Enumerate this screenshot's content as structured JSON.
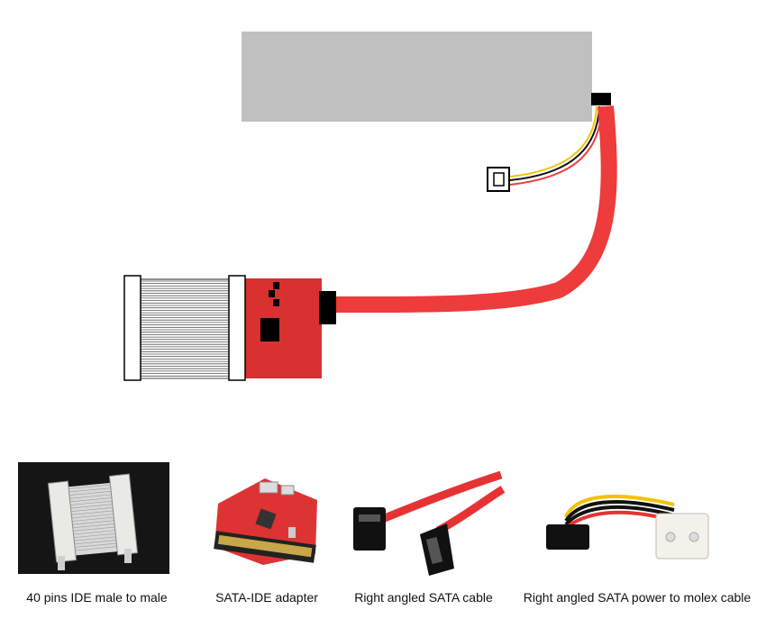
{
  "colors": {
    "sata_red": "#ee3b3b",
    "adapter_red": "#d93030",
    "drive_gray": "#c0c0c0",
    "power_yellow": "#f2c200",
    "power_orange": "#f08a00",
    "connector_black": "#000000"
  },
  "captions": {
    "ide_cable": "40 pins IDE male to male",
    "adapter": "SATA-IDE adapter",
    "sata_cable": "Right angled SATA cable",
    "power_cable": "Right angled SATA power to molex cable"
  }
}
